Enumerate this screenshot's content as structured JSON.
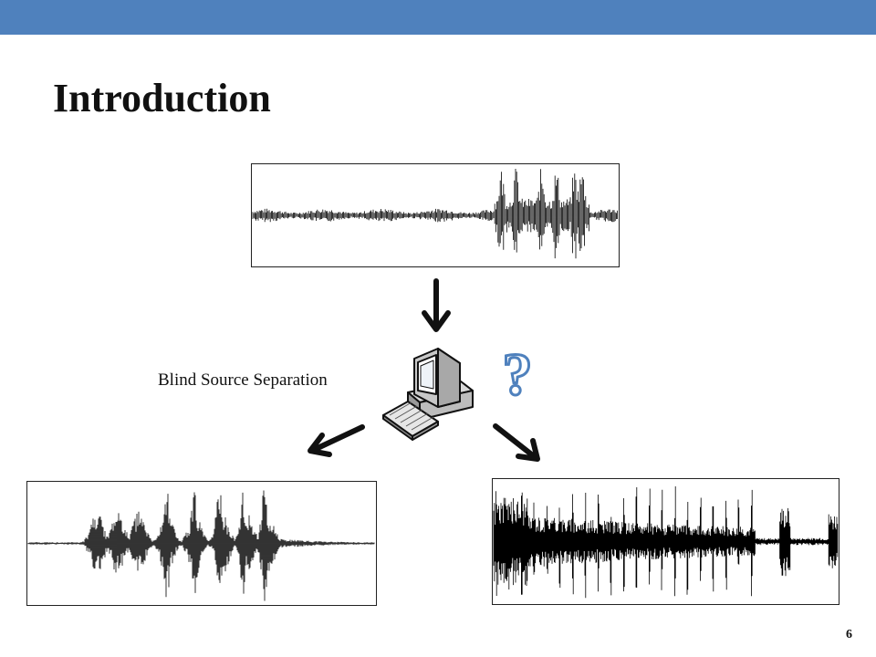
{
  "slide": {
    "title": "Introduction",
    "method_label": "Blind Source Separation",
    "question_mark": "?",
    "page_number": "6"
  },
  "colors": {
    "header_bar": "#4f81bd",
    "waveform": "#000000",
    "question_mark": "#4f81bd"
  },
  "icons": [
    "computer-icon",
    "question-mark-icon",
    "arrow-down-icon",
    "arrow-down-left-icon",
    "arrow-down-right-icon"
  ],
  "waveforms": {
    "mixed": "mixed-signal-waveform",
    "source_1": "separated-source-waveform",
    "source_2": "separated-source-waveform"
  }
}
